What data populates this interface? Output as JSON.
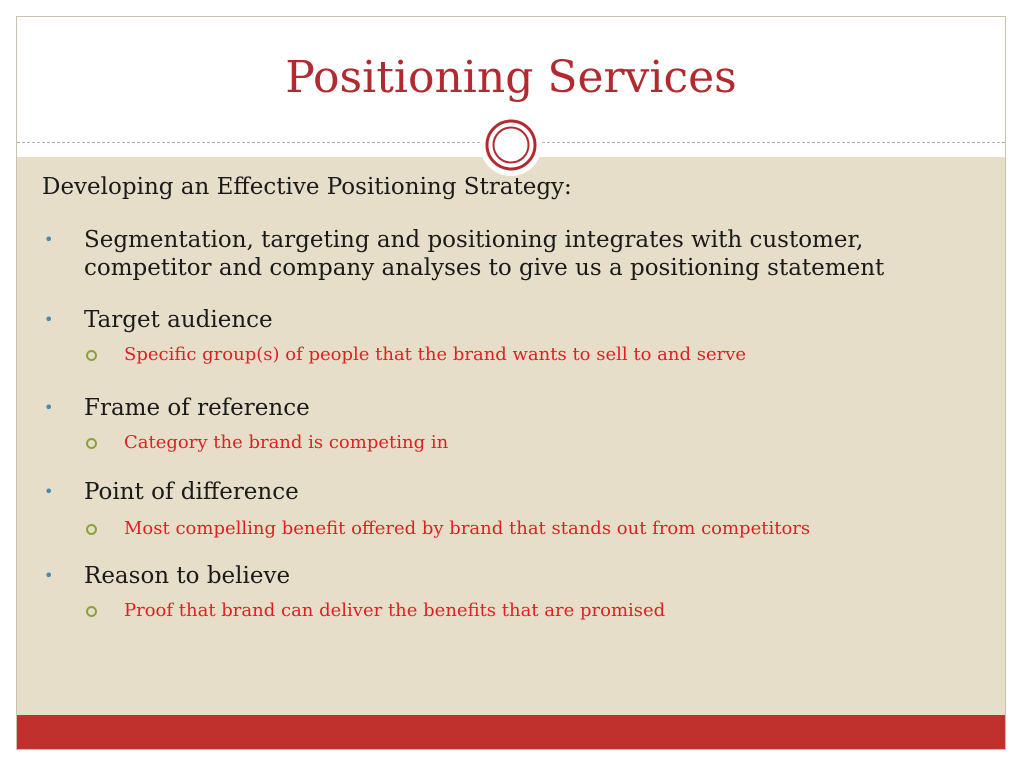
{
  "slide": {
    "title": "Positioning Services",
    "heading": "Developing an Effective Positioning Strategy:",
    "bullets": [
      {
        "text": "Segmentation, targeting and positioning integrates with customer, competitor and company analyses to give us a positioning statement",
        "sub": ""
      },
      {
        "text": "Target audience",
        "sub": "Specific group(s) of people that the brand wants to sell to and serve"
      },
      {
        "text": "Frame of reference",
        "sub": "Category the brand is competing in"
      },
      {
        "text": "Point of difference",
        "sub": "Most compelling benefit offered by brand that stands out from competitors"
      },
      {
        "text": "Reason to believe",
        "sub": "Proof that brand can deliver the benefits that are promised"
      }
    ]
  },
  "theme": {
    "title_color": "#b22a2f",
    "panel_color": "#e6dec9",
    "bar_color": "#c0302d",
    "sub_text_color": "#e02020",
    "bullet_color": "#4a8ab0",
    "sub_bullet_color": "#8aa33a",
    "bullet_icon": "bullet-dot-icon",
    "sub_bullet_icon": "ring-bullet-icon",
    "ornament_icon": "double-ring-ornament-icon"
  }
}
